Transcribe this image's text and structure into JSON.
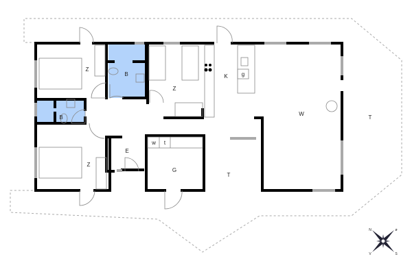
{
  "rooms": {
    "bedroom_1": "Z",
    "bedroom_2": "Z",
    "bedroom_3": "Z",
    "bath_1": "B",
    "bath_2": "B",
    "kitchen": "K",
    "living": "W",
    "entry": "E",
    "utility": "G",
    "terrace_1": "T",
    "terrace_2": "T",
    "washer": "w",
    "dryer": "t",
    "dishwasher": "g"
  },
  "compass": {
    "n": "N",
    "e": "ø",
    "s": "S",
    "w": "V"
  },
  "colors": {
    "bathroom": "#b3d3fb",
    "wall": "#000000",
    "window": "#aaaaaa"
  }
}
